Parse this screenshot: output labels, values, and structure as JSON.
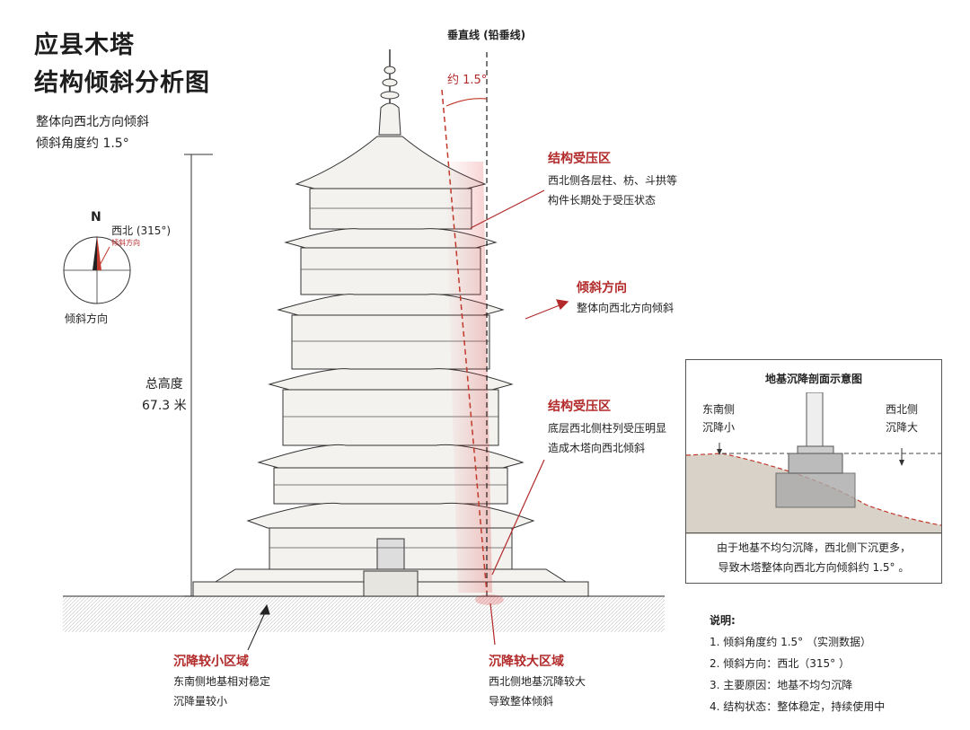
{
  "title": {
    "line1": "应县木塔",
    "line2": "结构倾斜分析图"
  },
  "summary": {
    "line1": "整体向西北方向倾斜",
    "line2": "倾斜角度约 1.5°"
  },
  "vertical_line": {
    "label": "垂直线 (铅垂线)",
    "angle_label": "约 1.5°"
  },
  "compass": {
    "north": "N",
    "bearing": "西北 (315°)",
    "pointer_note": "倾斜方向",
    "caption": "倾斜方向"
  },
  "height": {
    "label": "总高度",
    "value": "67.3 米"
  },
  "callouts": {
    "upper_zone": {
      "title": "结构受压区",
      "line1": "西北侧各层柱、枋、斗拱等",
      "line2": "构件长期处于受压状态"
    },
    "tilt_direction": {
      "title": "倾斜方向",
      "line1": "整体向西北方向倾斜"
    },
    "lower_zone": {
      "title": "结构受压区",
      "line1": "底层西北侧柱列受压明显",
      "line2": "造成木塔向西北倾斜"
    },
    "small_settle": {
      "title": "沉降较小区域",
      "line1": "东南侧地基相对稳定",
      "line2": "沉降量较小"
    },
    "large_settle": {
      "title": "沉降较大区域",
      "line1": "西北侧地基沉降较大",
      "line2": "导致整体倾斜"
    }
  },
  "inset": {
    "title": "地基沉降剖面示意图",
    "left_label": {
      "line1": "东南侧",
      "line2": "沉降小"
    },
    "right_label": {
      "line1": "西北侧",
      "line2": "沉降大"
    },
    "caption1": "由于地基不均匀沉降，西北侧下沉更多，",
    "caption2": "导致木塔整体向西北方向倾斜约 1.5° 。"
  },
  "legend": {
    "title": "说明:",
    "items": [
      "1. 倾斜角度约 1.5° （实测数据）",
      "2. 倾斜方向：西北（315° ）",
      "3. 主要原因：地基不均匀沉降",
      "4. 结构状态：整体稳定，持续使用中"
    ]
  },
  "colors": {
    "accent_red": "#b22a2a",
    "ink": "#222222",
    "ground": "#8a7f70"
  }
}
